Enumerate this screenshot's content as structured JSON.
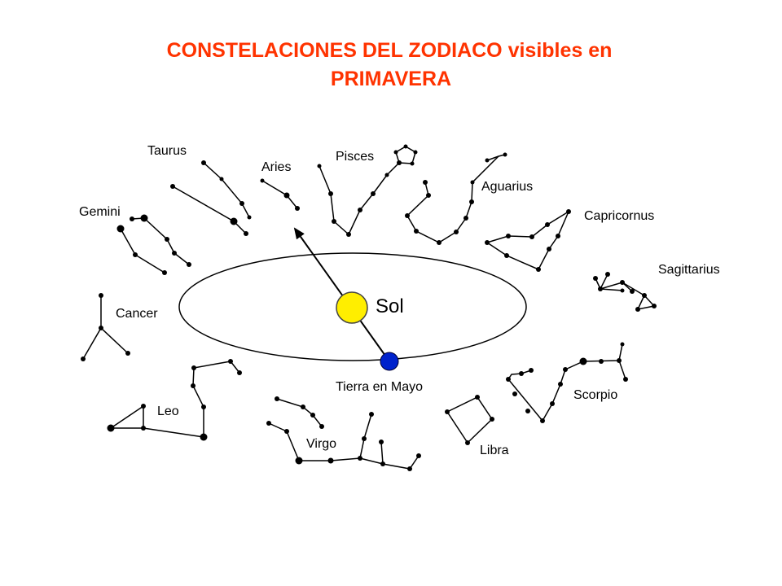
{
  "title": {
    "line1": "CONSTELACIONES DEL ZODIACO visibles en",
    "line2": "PRIMAVERA"
  },
  "labels": {
    "sun": "Sol",
    "earth": "Tierra en Mayo",
    "taurus": "Taurus",
    "aries": "Aries",
    "pisces": "Pisces",
    "aquarius": "Aguarius",
    "capricornus": "Capricornus",
    "sagittarius": "Sagittarius",
    "scorpio": "Scorpio",
    "libra": "Libra",
    "virgo": "Virgo",
    "leo": "Leo",
    "cancer": "Cancer",
    "gemini": "Gemini"
  },
  "colors": {
    "title": "#ff3300",
    "sun": "#ffee00",
    "earth": "#0022cc",
    "lines": "#000000"
  }
}
